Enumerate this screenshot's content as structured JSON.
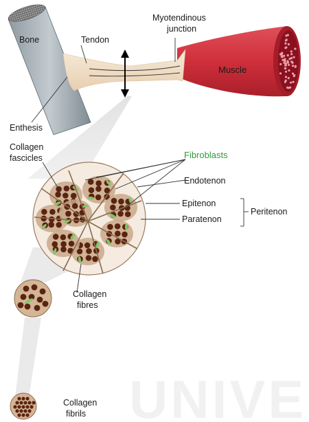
{
  "labels": {
    "bone": "Bone",
    "tendon": "Tendon",
    "myotendinous": [
      "Myotendinous",
      "junction"
    ],
    "muscle": "Muscle",
    "enthesis": "Enthesis",
    "collagen_fascicles": [
      "Collagen",
      "fascicles"
    ],
    "fibroblasts": "Fibroblasts",
    "endotenon": "Endotenon",
    "epitenon": "Epitenon",
    "paratenon": "Paratenon",
    "peritenon": "Peritenon",
    "collagen_fibres": [
      "Collagen",
      "fibres"
    ],
    "collagen_fibrils": [
      "Collagen",
      "fibrils"
    ]
  },
  "watermark": "UNIVERS",
  "colors": {
    "bone": "#a9b4ba",
    "tendon": "#f3e2cc",
    "muscle": "#d1343f",
    "fascicle": "#c9a889",
    "fibre_dot": "#5a2410",
    "fibroblast": "#7fc66a",
    "fibroblast_label": "#2f9a3a"
  }
}
